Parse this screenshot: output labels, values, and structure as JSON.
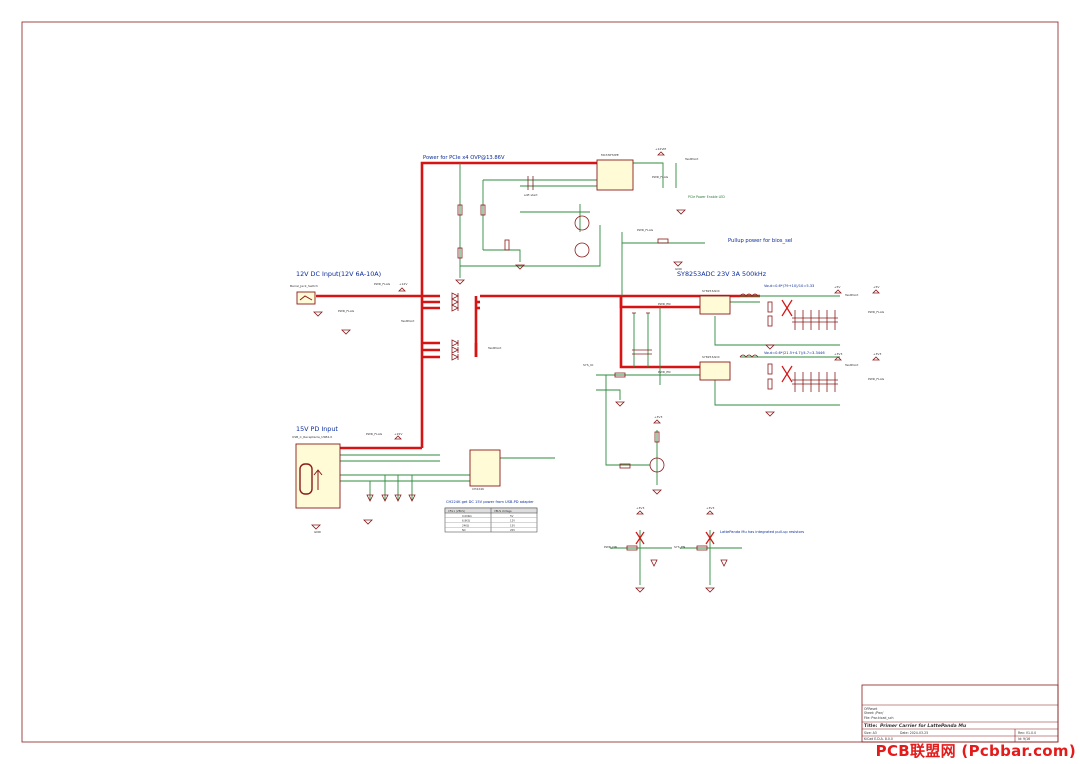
{
  "sections": {
    "pcie_power": "Power for PCIe x4 OVP@13.86V",
    "dc_input": "12V DC Input(12V 6A-10A)",
    "pd_input": "15V PD Input",
    "buck": "SY8253ADC 23V 3A 500kHz",
    "pullup": "Pullup power for bios_sel",
    "pd_note": "CH224K get DC 15V power from USB-PD adapter",
    "lattepanda_note": "LattePanda Mu has integrated pull-up resistors"
  },
  "formulas": {
    "vout1": "Vout=0.6*(79+10)/10=5.33",
    "vout2": "Vout=0.6*(21.5+4.7)/4.7=3.3446"
  },
  "labels": {
    "pcie_led": "PCIe Power Enable LED",
    "soft_start": "soft start",
    "testpoint": "TestPoint",
    "pwr_flag": "PWR_FLAG",
    "gnd": "GND",
    "v12": "+12V",
    "v15": "+15V",
    "v5": "+5V",
    "v3v3": "+3V3",
    "v12cap": "+12VM",
    "jack": "Barrel_Jack_Switch",
    "usbc": "USB_C_Receptacle_USB2.0",
    "ch224": "CH224K",
    "sy8253_1": "SY8253ADC",
    "sy8253_2": "SY8253ADC",
    "ovp_ic": "MC33PT2PE",
    "pwr_en": "PWR_EN",
    "sys_io": "SYS_IO",
    "pwrdn": "PWR_DN",
    "sys_en": "SYS_EN"
  },
  "pd_table": {
    "headers": [
      "CFG1 (VBUS)",
      "VBUS Voltage"
    ],
    "rows": [
      [
        "0.00KΩ",
        "5V"
      ],
      [
        "6.8KΩ",
        "12V"
      ],
      [
        "24KΩ",
        "15V"
      ],
      [
        "NC",
        "20V"
      ]
    ]
  },
  "title_block": {
    "sheet_label": "OFReset",
    "sheet_name": "Sheet: /Pwr/",
    "file": "File: Pwr.kicad_sch",
    "title_label": "Title:",
    "title": "Primer Carrier for LattePanda Mu",
    "size": "Size: A3",
    "date": "Date: 2024-03-25",
    "rev": "Rev: V1.0.0",
    "kicad": "KiCad E.D.A. 8.0.0",
    "id": "Id: 9/16"
  },
  "watermark": "PCB联盟网 (Pcbbar.com)",
  "colors": {
    "power_net": "#d61414",
    "wire": "#2e8b3d",
    "symbol": "#8a1b1b",
    "text_blue": "#0b2c9a",
    "watermark": "#e31b1b"
  }
}
